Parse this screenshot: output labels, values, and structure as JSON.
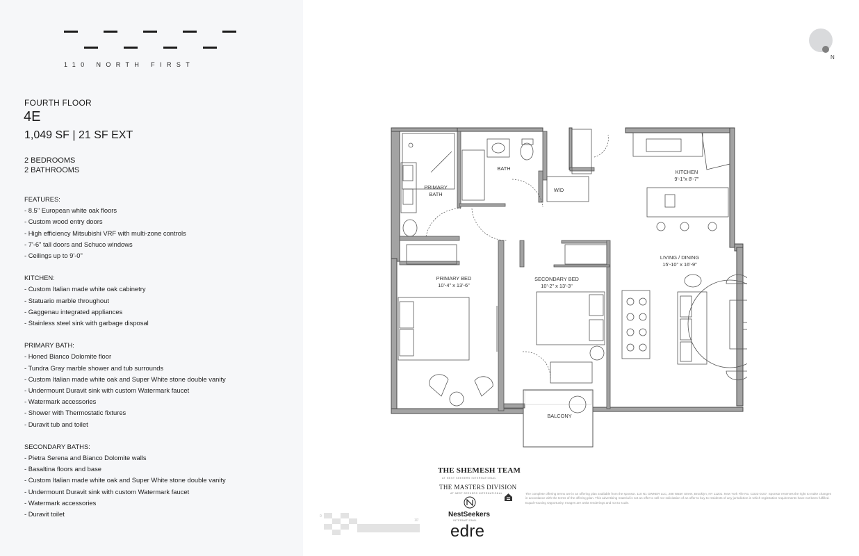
{
  "brand": {
    "logo_text": "110 NORTH FIRST"
  },
  "unit": {
    "floor": "FOURTH FLOOR",
    "name": "4E",
    "area": "1,049 SF | 21 SF EXT",
    "bedrooms": "2 BEDROOMS",
    "bathrooms": "2 BATHROOMS"
  },
  "sections": [
    {
      "title": "FEATURES:",
      "items": [
        "- 8.5\" European white oak floors",
        "- Custom wood entry doors",
        "- High efficiency Mitsubishi VRF with multi-zone controls",
        "- 7'-6\" tall doors and Schuco windows",
        "- Ceilings up to 9'-0\""
      ]
    },
    {
      "title": "KITCHEN:",
      "items": [
        "- Custom Italian made white oak cabinetry",
        "- Statuario marble throughout",
        "- Gaggenau integrated appliances",
        "- Stainless steel sink with garbage disposal"
      ]
    },
    {
      "title": "PRIMARY BATH:",
      "items": [
        "- Honed Bianco Dolomite floor",
        "- Tundra Gray marble shower and tub surrounds",
        "- Custom Italian made white oak and Super White stone double vanity",
        "- Undermount Duravit sink with custom Watermark faucet",
        "- Watermark accessories",
        "- Shower with Thermostatic fixtures",
        "- Duravit tub and toilet"
      ]
    },
    {
      "title": "SECONDARY BATHS:",
      "items": [
        "- Pietra Serena and Bianco Dolomite walls",
        "- Basaltina floors and base",
        "- Custom Italian made white oak and Super White stone double vanity",
        "- Undermount Duravit sink with custom Watermark faucet",
        "- Watermark accessories",
        "- Duravit toilet"
      ]
    }
  ],
  "plan_labels": {
    "primary_bath_1": "PRIMARY",
    "primary_bath_2": "BATH",
    "bath": "BATH",
    "wd": "W/D",
    "kitchen": "KITCHEN",
    "kitchen_dim": "9'-1\"x 8'-7\"",
    "living": "LIVING / DINING",
    "living_dim": "15'-10\" x 16'-9\"",
    "primary_bed": "PRIMARY BED",
    "primary_bed_dim": "10'-4\" x 13'-6\"",
    "secondary_bed": "SECONDARY BED",
    "secondary_bed_dim": "10'-2\" x 13'-3\"",
    "balcony": "BALCONY"
  },
  "compass_label": "N",
  "footer": {
    "shemesh": "THE SHEMESH TEAM",
    "shemesh_sub": "AT NEST SEEKERS INTERNATIONAL",
    "masters": "THE MASTERS DIVISION",
    "masters_sub": "AT NEST SEEKERS INTERNATIONAL",
    "nest": "NestSeekers",
    "nest_sub": "INTERNATIONAL",
    "edre": "edre",
    "disclaimer": "The complete offering terms are in an offering plan available from the sponsor. 110 N1 OWNER LLC, 288 Water Street, Brooklyn, NY 11201. New York File No. CD22-0157. Sponsor reserves the right to make changes in accordance with the terms of the offering plan. This advertising material is not an offer to sell nor solicitation of an offer to buy to residents of any jurisdiction in which registration requirements have not been fulfilled. Equal Housing Opportunity. Images are artist renderings and not to scale."
  },
  "scale_labels": {
    "start": "0",
    "end": "10'"
  },
  "colors": {
    "wall": "#9a9a9a",
    "wall_stroke": "#555555",
    "text": "#1d1d1d"
  }
}
